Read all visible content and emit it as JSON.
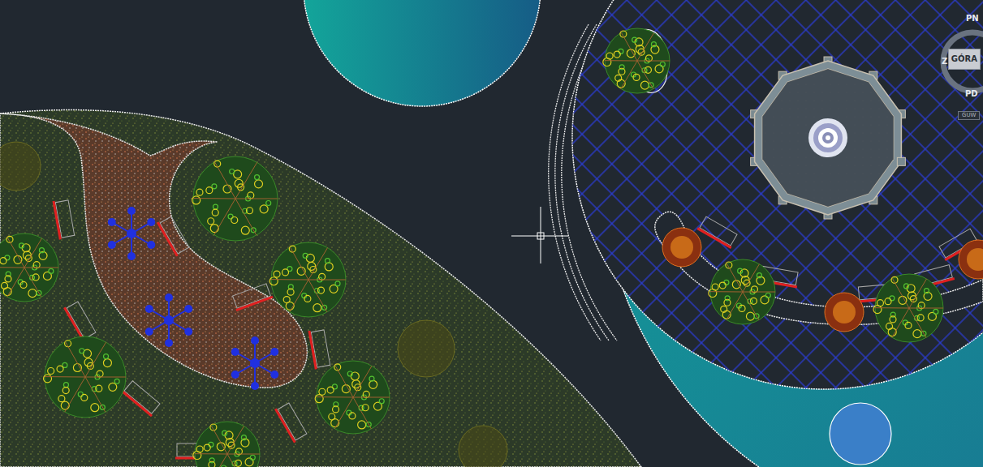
{
  "diagram": {
    "labels": [
      "PN",
      "Z",
      "GÓRA",
      "PD",
      "GUW"
    ]
  }
}
